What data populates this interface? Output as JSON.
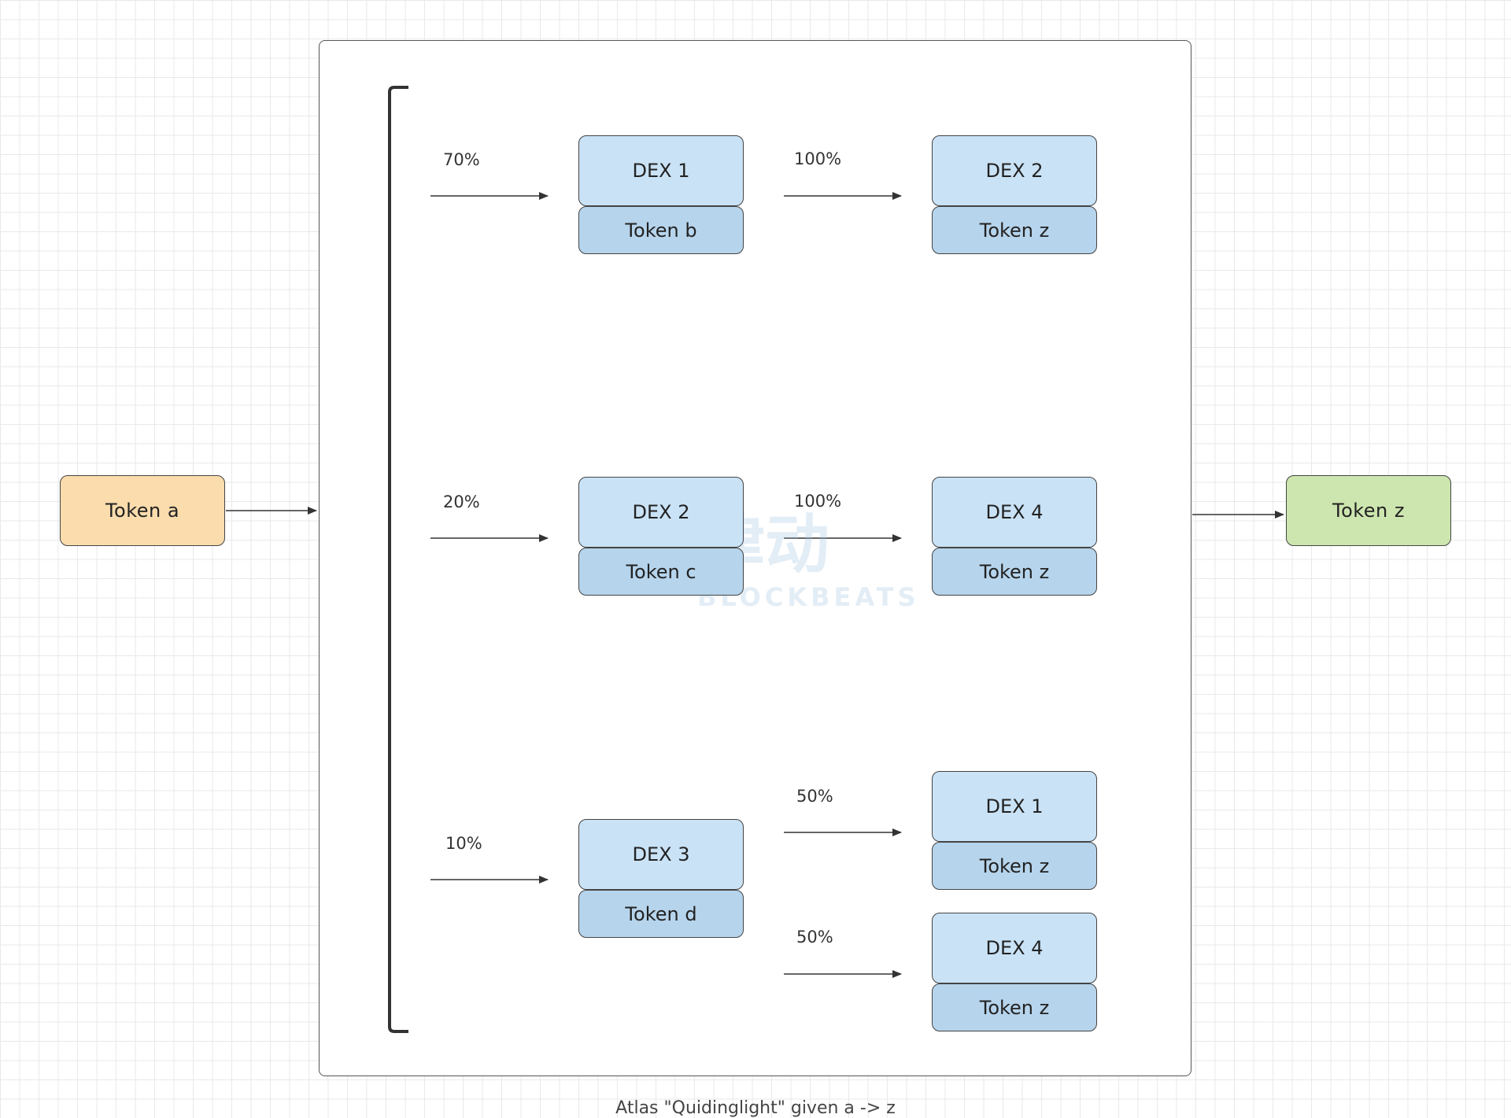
{
  "source": {
    "label": "Token a"
  },
  "target": {
    "label": "Token z"
  },
  "routes": [
    {
      "pct": "70%",
      "dex": "DEX 1",
      "token": "Token b",
      "hops": [
        {
          "pct": "100%",
          "dex": "DEX 2",
          "token": "Token z"
        }
      ]
    },
    {
      "pct": "20%",
      "dex": "DEX 2",
      "token": "Token c",
      "hops": [
        {
          "pct": "100%",
          "dex": "DEX 4",
          "token": "Token z"
        }
      ]
    },
    {
      "pct": "10%",
      "dex": "DEX 3",
      "token": "Token d",
      "hops": [
        {
          "pct": "50%",
          "dex": "DEX 1",
          "token": "Token z"
        },
        {
          "pct": "50%",
          "dex": "DEX 4",
          "token": "Token z"
        }
      ]
    }
  ],
  "watermark": {
    "brand_cn": "律动",
    "brand_en": "BLOCKBEATS"
  },
  "caption": "Atlas \"Quidinglight\" given a -> z",
  "colors": {
    "source_fill": "#fadcad",
    "target_fill": "#cde6af",
    "dex_fill": "#c9e2f6",
    "token_fill": "#b6d4ec"
  }
}
